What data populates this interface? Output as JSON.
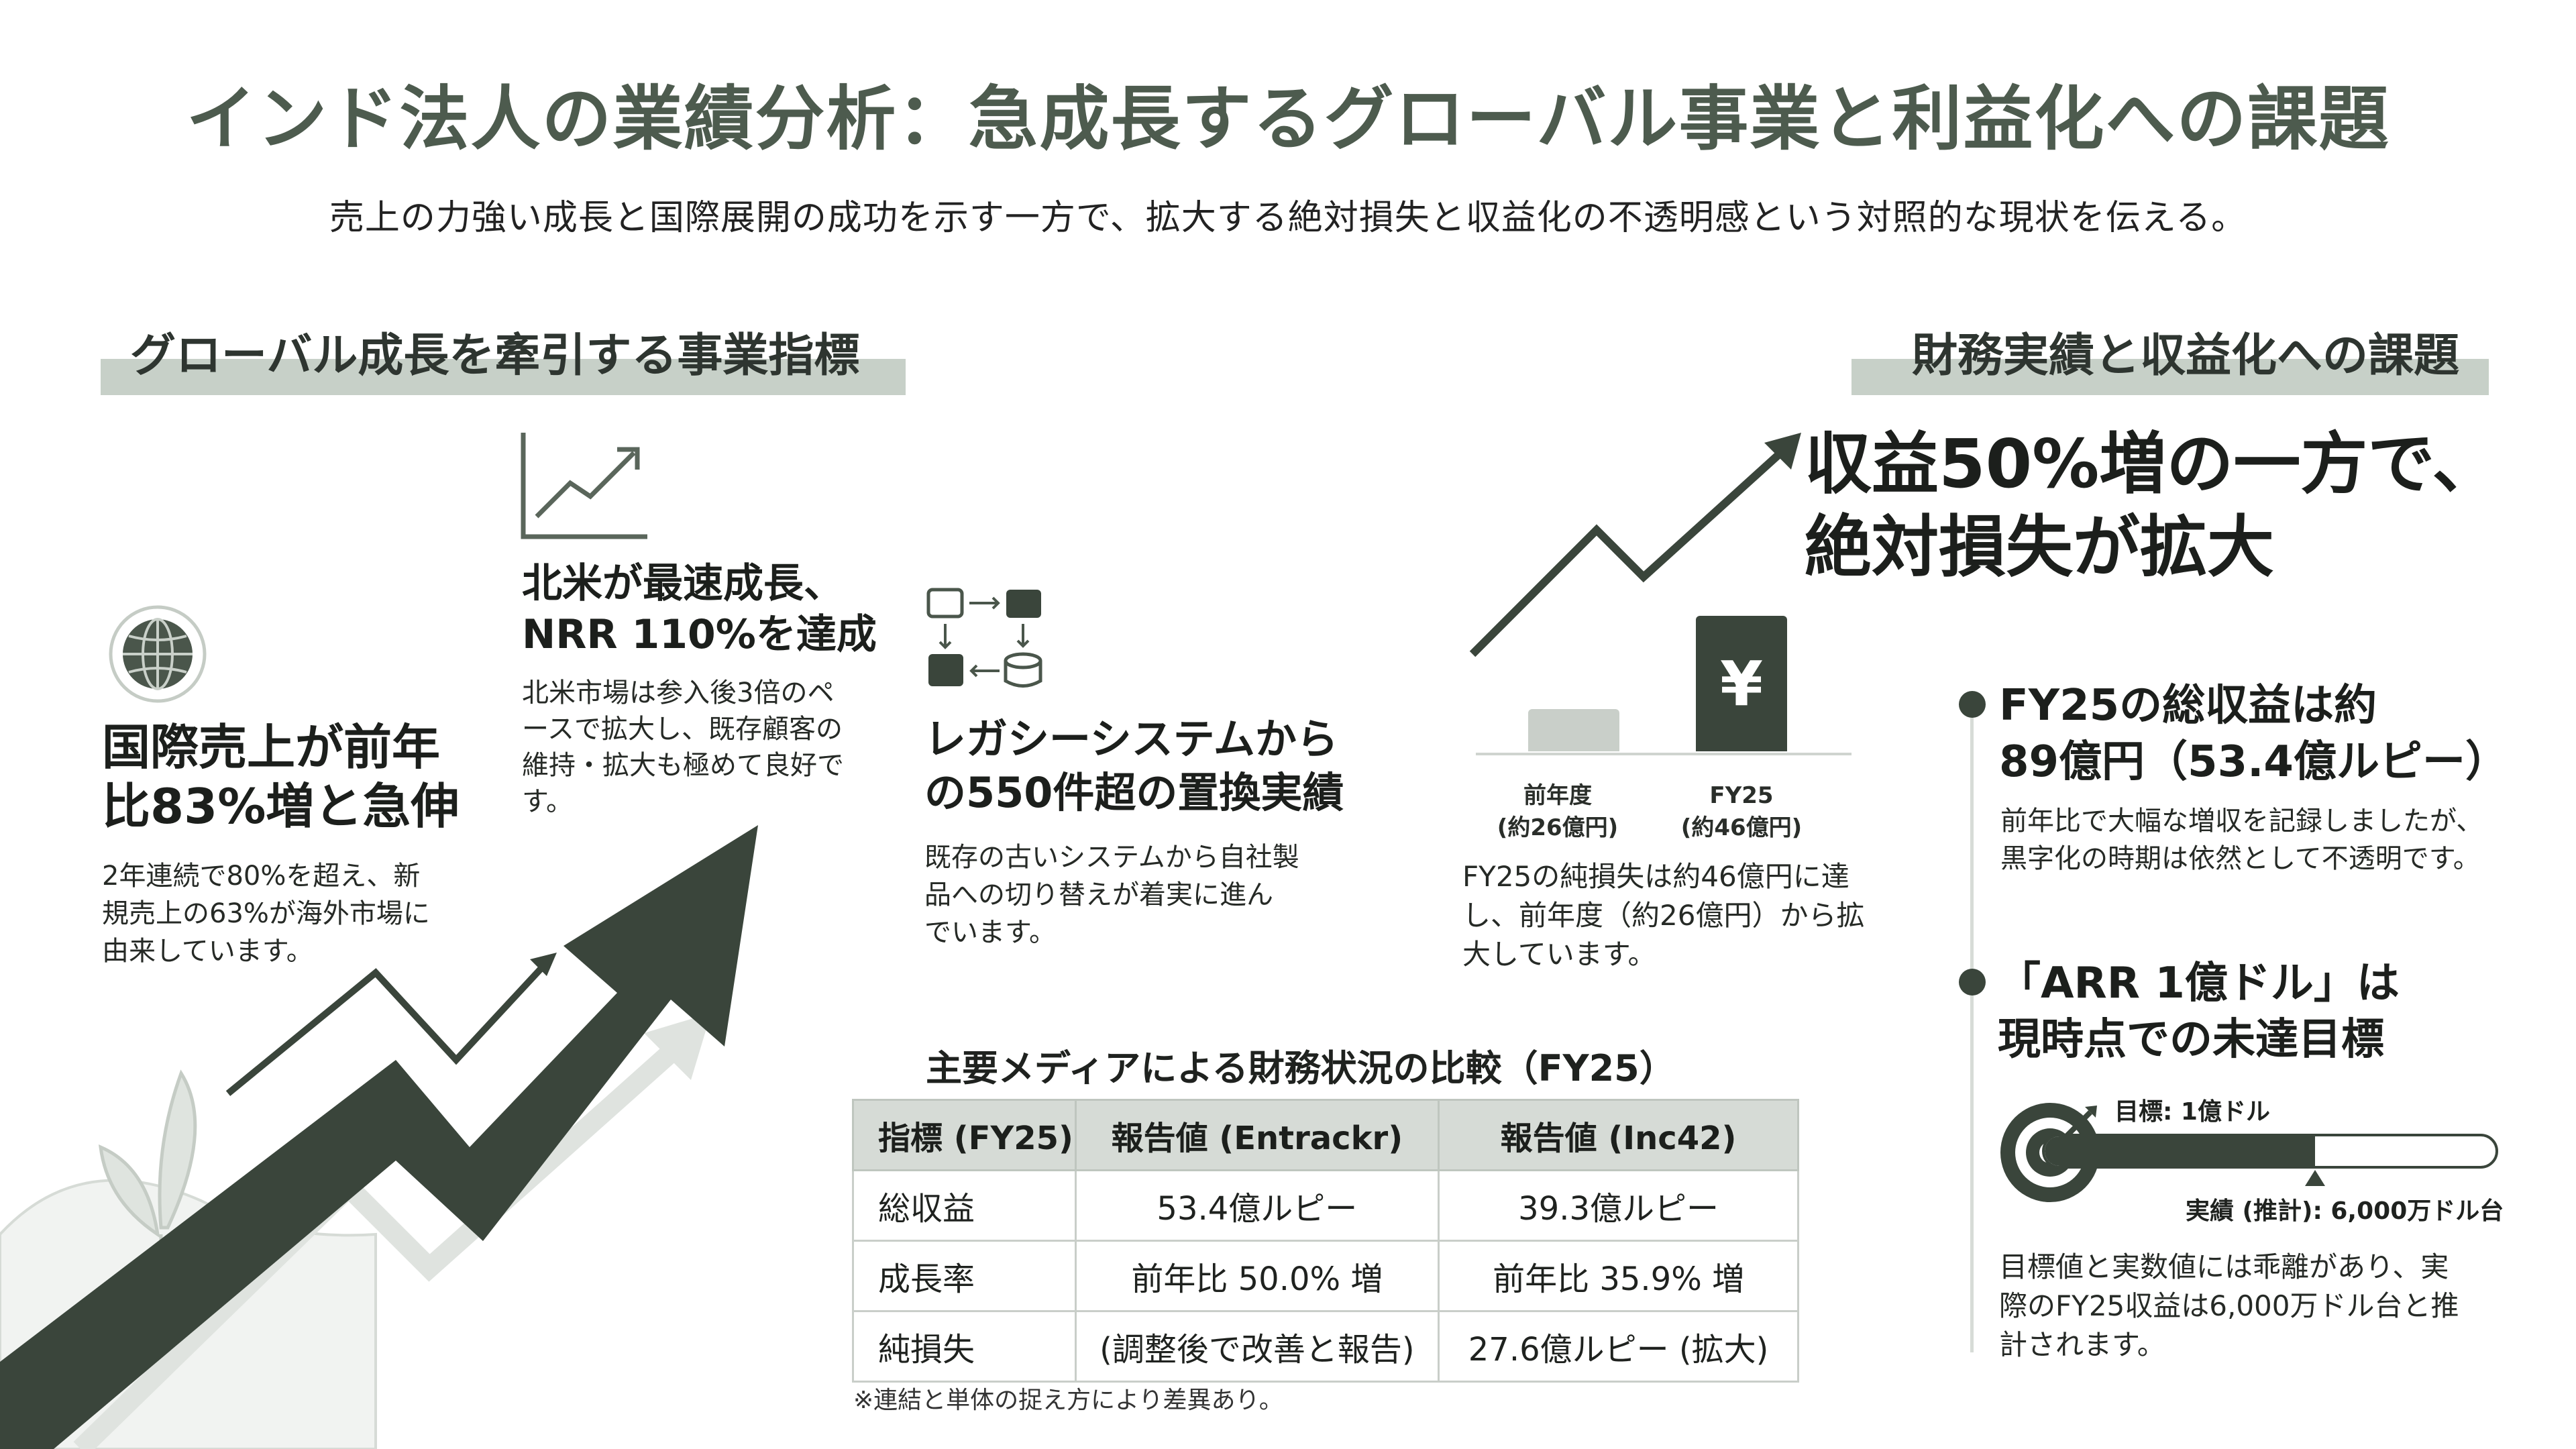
{
  "title": "インド法人の業績分析：急成長するグローバル事業と利益化への課題",
  "subtitle": "売上の力強い成長と国際展開の成功を示す一方で、拡大する絶対損失と収益化の不透明感という対照的な現状を伝える。",
  "left_section": {
    "heading": "グローバル成長を牽引する事業指標",
    "intl": {
      "heading_l1": "国際売上が前年",
      "heading_l2": "比83%増と急伸",
      "body_l1": "2年連続で80%を超え、新",
      "body_l2": "規売上の63%が海外市場に",
      "body_l3": "由来しています。"
    },
    "na": {
      "heading_l1": "北米が最速成長、",
      "heading_l2": "NRR 110%を達成",
      "body_l1": "北米市場は参入後3倍のペ",
      "body_l2": "ースで拡大し、既存顧客の",
      "body_l3": "維持・拡大も極めて良好で",
      "body_l4": "す。"
    },
    "legacy": {
      "heading_l1": "レガシーシステムから",
      "heading_l2": "の550件超の置換実績",
      "body_l1": "既存の古いシステムから自社製",
      "body_l2": "品への切り替えが着実に進ん",
      "body_l3": "でいます。"
    }
  },
  "comparison": {
    "title": "主要メディアによる財務状況の比較（FY25）",
    "headers": [
      "指標 (FY25)",
      "報告値 (Entrackr)",
      "報告値 (Inc42)"
    ],
    "rows": [
      [
        "総収益",
        "53.4億ルピー",
        "39.3億ルピー"
      ],
      [
        "成長率",
        "前年比 50.0% 増",
        "前年比 35.9% 増"
      ],
      [
        "純損失",
        "(調整後で改善と報告)",
        "27.6億ルピー (拡大)"
      ]
    ],
    "note": "※連結と単体の捉え方により差異あり。"
  },
  "right_section": {
    "heading": "財務実績と収益化への課題",
    "headline_l1": "収益50%増の一方で、",
    "headline_l2": "絶対損失が拡大",
    "bars": {
      "prev_label_l1": "前年度",
      "prev_label_l2": "(約26億円)",
      "fy25_label_l1": "FY25",
      "fy25_label_l2": "(約46億円)",
      "yen": "¥",
      "prev_value": 26,
      "fy25_value": 46
    },
    "loss_l1": "FY25の純損失は約46億円に達",
    "loss_l2": "し、前年度（約26億円）から拡",
    "loss_l3": "大しています。",
    "point1": {
      "heading_l1": "FY25の総収益は約",
      "heading_l2": "89億円（53.4億ルピー）",
      "body_l1": "前年比で大幅な増収を記録しましたが、",
      "body_l2": "黒字化の時期は依然として不透明です。"
    },
    "point2": {
      "heading_l1": "「ARR 1億ドル」は",
      "heading_l2": "現時点での未達目標",
      "target_label": "目標: 1億ドル",
      "actual_label": "実績 (推計): 6,000万ドル台",
      "progress": 0.6,
      "body_l1": "目標値と実数値には乖離があり、実",
      "body_l2": "際のFY25収益は6,000万ドル台と推",
      "body_l3": "計されます。"
    }
  },
  "colors": {
    "dark": "#3a453b",
    "title": "#4d5b4e",
    "accent_light": "#c7d0c8"
  }
}
